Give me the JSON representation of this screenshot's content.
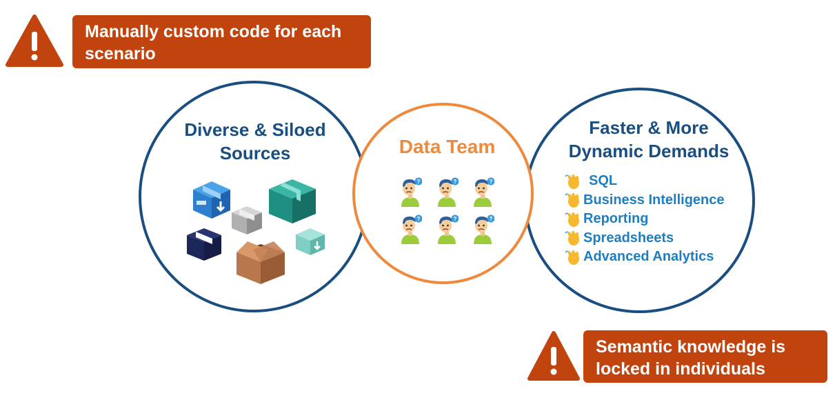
{
  "callouts": {
    "top": {
      "text": "Manually custom code for each scenario",
      "icon": "warning-icon"
    },
    "bottom": {
      "text": "Semantic knowledge is locked in individuals",
      "icon": "warning-icon"
    }
  },
  "sources": {
    "title": "Diverse & Siloed Sources",
    "icons": [
      "blue-box-icon",
      "teal-box-icon",
      "gray-box-icon",
      "navy-box-icon",
      "open-box-icon",
      "light-teal-box-icon"
    ]
  },
  "team": {
    "title": "Data Team",
    "icon": "confused-person-icon",
    "member_count": 6
  },
  "demands": {
    "title": "Faster & More Dynamic Demands",
    "items": [
      "SQL",
      "Business Intelligence",
      "Reporting",
      "Spreadsheets",
      "Advanced Analytics"
    ],
    "bullet_icon": "waving-hand-icon"
  },
  "colors": {
    "warning": "#c1440e",
    "navy": "#1b4e80",
    "orange": "#ed8a3e",
    "item_blue": "#1f7ec0"
  }
}
